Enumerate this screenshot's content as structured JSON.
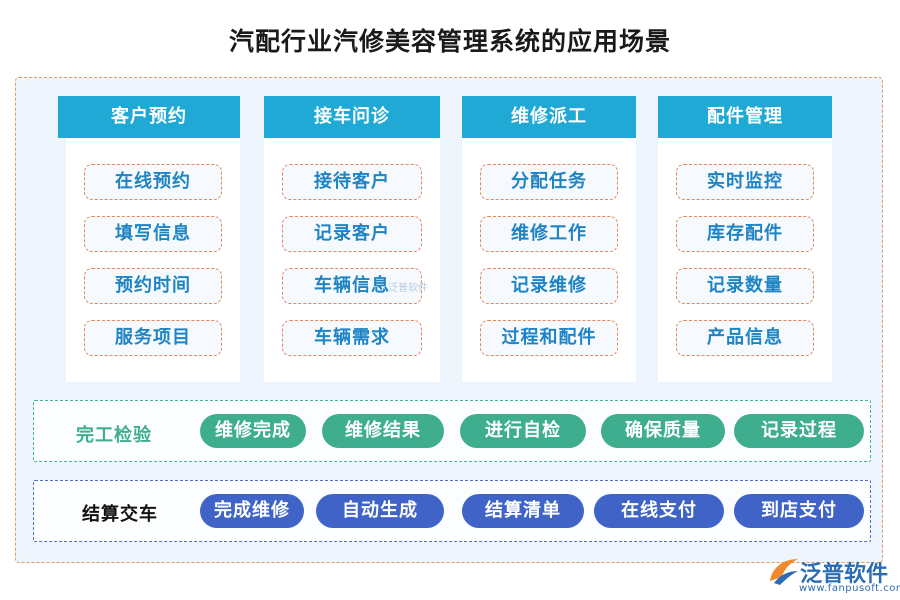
{
  "title": "汽配行业汽修美容管理系统的应用场景",
  "columns": [
    {
      "header": "客户预约",
      "items": [
        "在线预约",
        "填写信息",
        "预约时间",
        "服务项目"
      ]
    },
    {
      "header": "接车问诊",
      "items": [
        "接待客户",
        "记录客户",
        "车辆信息",
        "车辆需求"
      ]
    },
    {
      "header": "维修派工",
      "items": [
        "分配任务",
        "维修工作",
        "记录维修",
        "过程和配件"
      ]
    },
    {
      "header": "配件管理",
      "items": [
        "实时监控",
        "库存配件",
        "记录数量",
        "产品信息"
      ]
    }
  ],
  "rows": [
    {
      "label": "完工检验",
      "label_color": "#3eae8f",
      "items": [
        "维修完成",
        "维修结果",
        "进行自检",
        "确保质量",
        "记录过程"
      ],
      "color": "#3eae8f"
    },
    {
      "label": "结算交车",
      "label_color": "#111111",
      "items": [
        "完成维修",
        "自动生成",
        "结算清单",
        "在线支付",
        "到店支付"
      ],
      "color": "#3f63c7"
    }
  ],
  "watermark": "泛普软件",
  "logo": {
    "name": "泛普软件",
    "url": "www.fanpusoft.com"
  }
}
